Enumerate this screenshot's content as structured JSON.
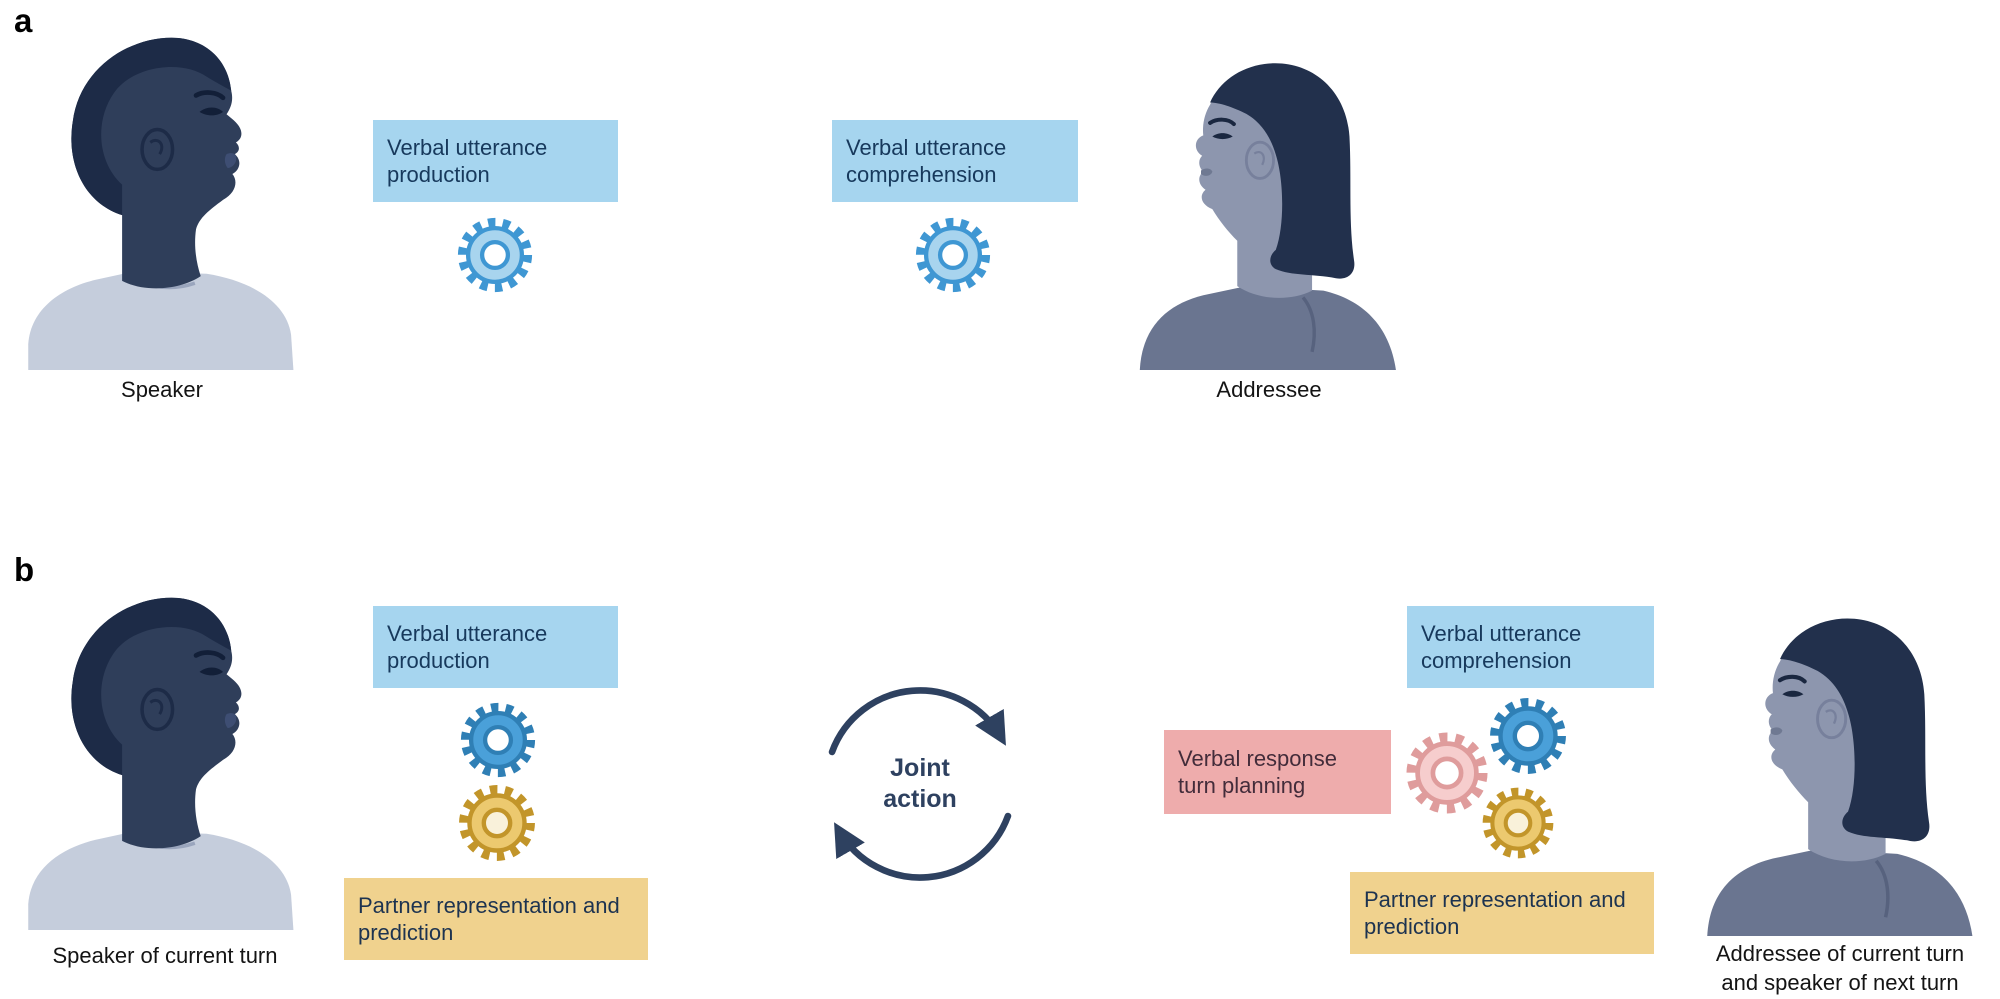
{
  "figure": {
    "panel_a": {
      "label": "a",
      "boxes": {
        "production": "Verbal utterance production",
        "comprehension": "Verbal utterance comprehension"
      },
      "captions": {
        "speaker": "Speaker",
        "addressee": "Addressee"
      }
    },
    "panel_b": {
      "label": "b",
      "boxes": {
        "production": "Verbal utterance production",
        "comprehension": "Verbal utterance comprehension",
        "partner": "Partner representation and prediction",
        "response": "Verbal response turn planning"
      },
      "joint_action": "Joint action",
      "captions": {
        "speaker": "Speaker of current turn",
        "addressee_line1": "Addressee of current turn",
        "addressee_line2": "and speaker of next turn"
      }
    },
    "colors": {
      "box_blue": "#a6d5ef",
      "box_yellow": "#f0d28e",
      "box_pink": "#eeacac",
      "gear_blue": "#4aa0d9",
      "gear_light_blue": "#a8d4ee",
      "gear_yellow": "#ecc96f",
      "gear_pink": "#f6cdcd",
      "arrow_navy": "#2e4160",
      "box_text_dark": "#17395c"
    },
    "icons": {
      "gear": "gear-icon",
      "cycle_arrows": "circular-arrows-icon"
    }
  }
}
